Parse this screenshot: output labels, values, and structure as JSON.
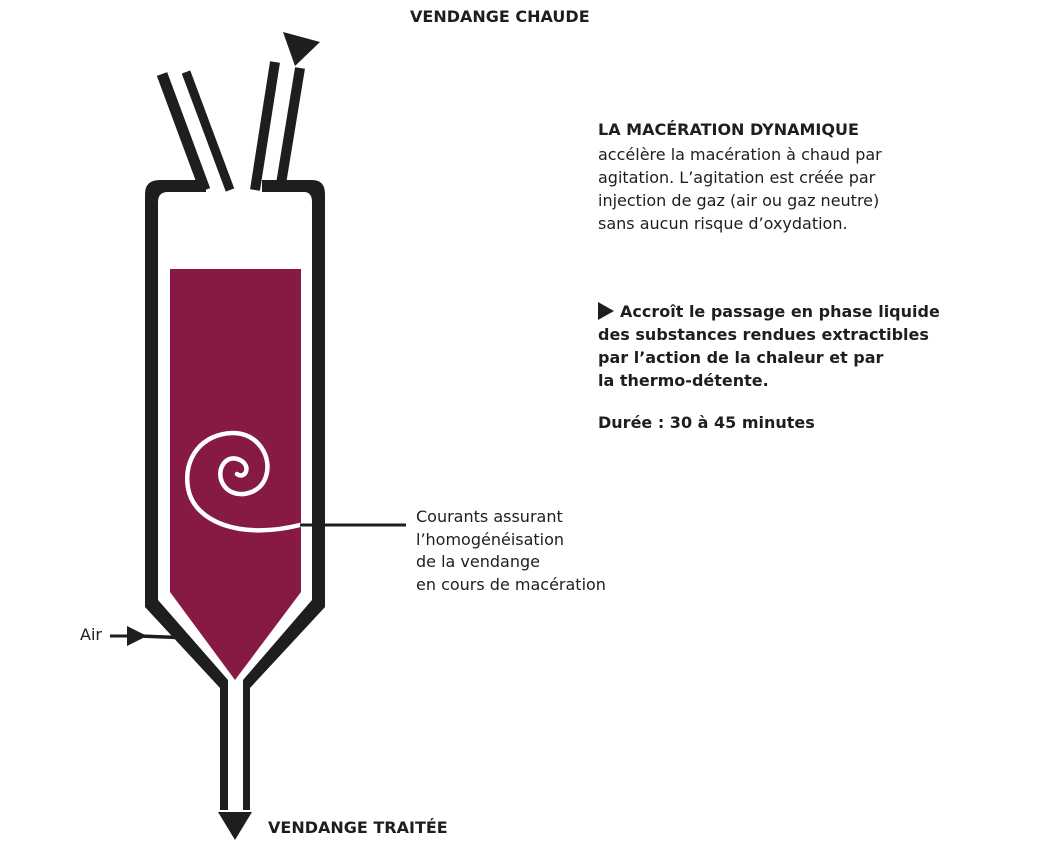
{
  "labels": {
    "top": "VENDANGE CHAUDE",
    "bottom": "VENDANGE TRAITÉE",
    "air": "Air",
    "currents": [
      "Courants assurant",
      "l’homogénéisation",
      "de la vendange",
      "en cours de macération"
    ]
  },
  "description": {
    "title": "LA MACÉRATION DYNAMIQUE",
    "body": [
      "accélère la macération à chaud par",
      "agitation. L’agitation est créée par",
      "injection de gaz (air ou gaz neutre)",
      "sans aucun risque d’oxydation."
    ],
    "bullet": [
      "Accroît le passage en phase liquide",
      "des substances rendues extractibles",
      "par l’action de la chaleur et par",
      "la thermo-détente."
    ],
    "duration": "Durée : 30 à 45 minutes"
  },
  "colors": {
    "wine": "#861a45",
    "line": "#1e1e1e"
  }
}
